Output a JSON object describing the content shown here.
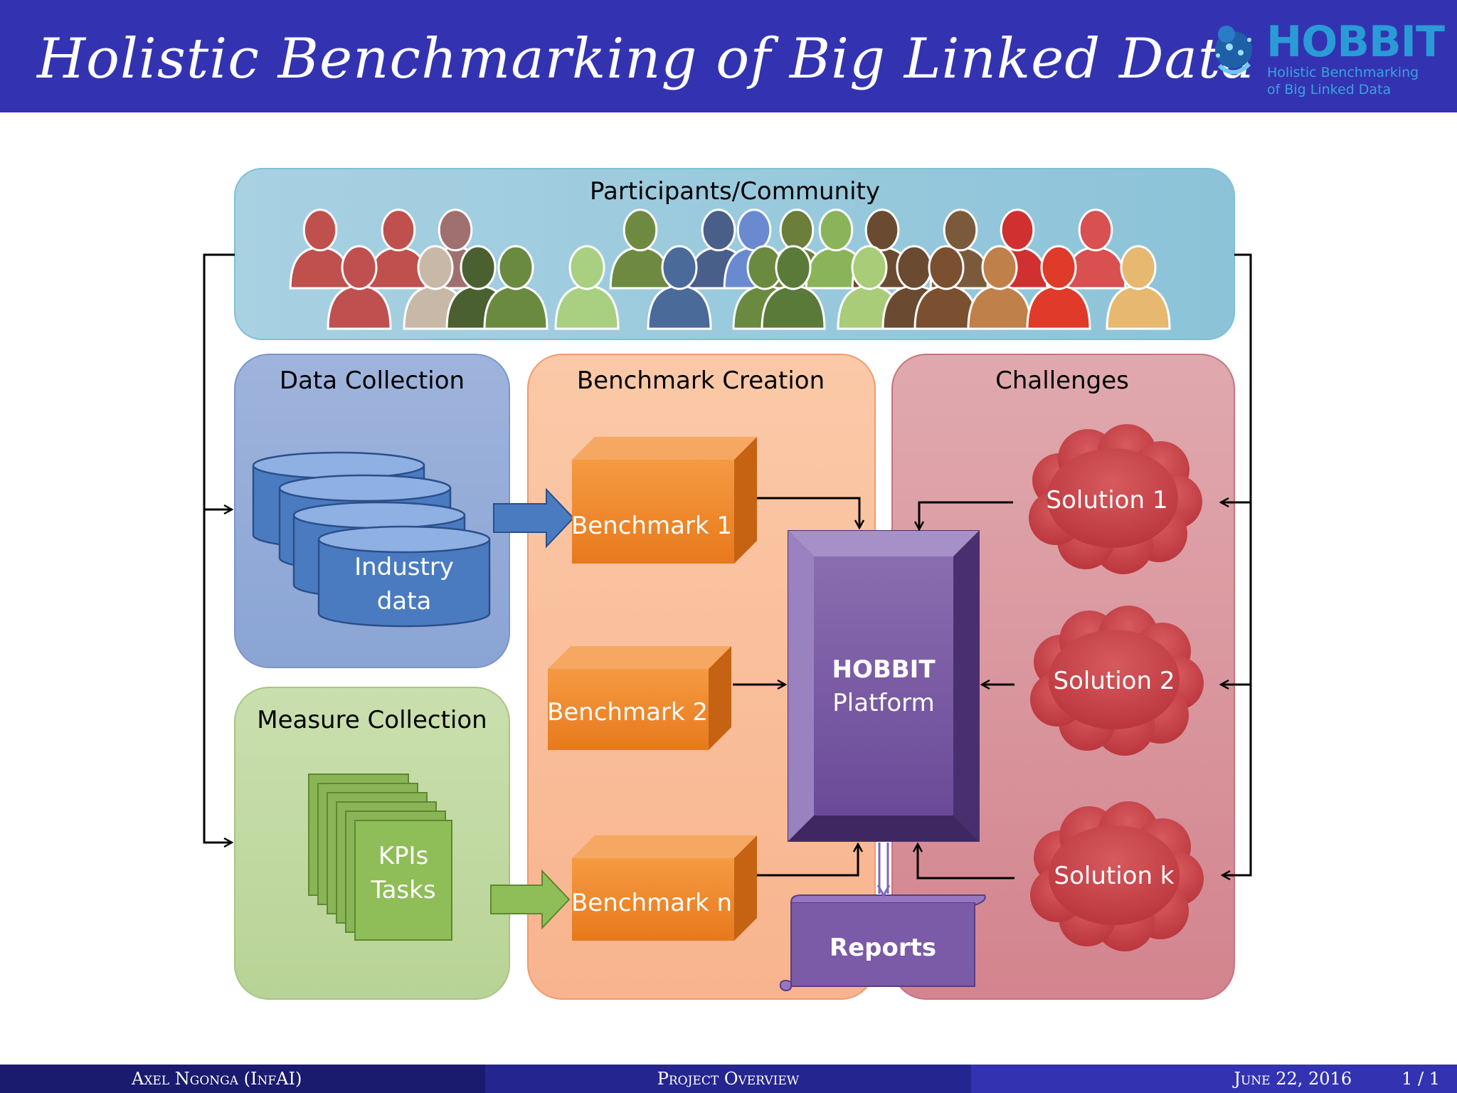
{
  "slide": {
    "title": "Holistic Benchmarking of Big Linked Data"
  },
  "logo": {
    "name": "HOBBIT",
    "subtitle_line1": "Holistic Benchmarking",
    "subtitle_line2": "of Big Linked Data"
  },
  "diagram": {
    "community": {
      "label": "Participants/Community"
    },
    "data_collection": {
      "label": "Data Collection",
      "store_line1": "Industry",
      "store_line2": "data"
    },
    "measure_collection": {
      "label": "Measure Collection",
      "stack_line1": "KPIs",
      "stack_line2": "Tasks"
    },
    "benchmark_creation": {
      "label": "Benchmark Creation",
      "benchmarks": [
        "Benchmark 1",
        "Benchmark 2",
        "Benchmark n"
      ]
    },
    "platform": {
      "line1": "HOBBIT",
      "line2": "Platform"
    },
    "reports": {
      "label": "Reports"
    },
    "challenges": {
      "label": "Challenges",
      "solutions": [
        "Solution 1",
        "Solution 2",
        "Solution k"
      ]
    },
    "colors": {
      "community": "#9fcfe0",
      "data": "#8fa9d6",
      "measure": "#bfd69e",
      "benchmark_area": "#f8bb97",
      "challenges": "#d99199",
      "benchmark_box": "#f0862a",
      "platform": "#6e4f9c",
      "solution": "#c8444a"
    }
  },
  "footer": {
    "author": "Axel Ngonga (InfAI)",
    "section": "Project Overview",
    "date": "June 22, 2016",
    "page": "1 / 1"
  }
}
